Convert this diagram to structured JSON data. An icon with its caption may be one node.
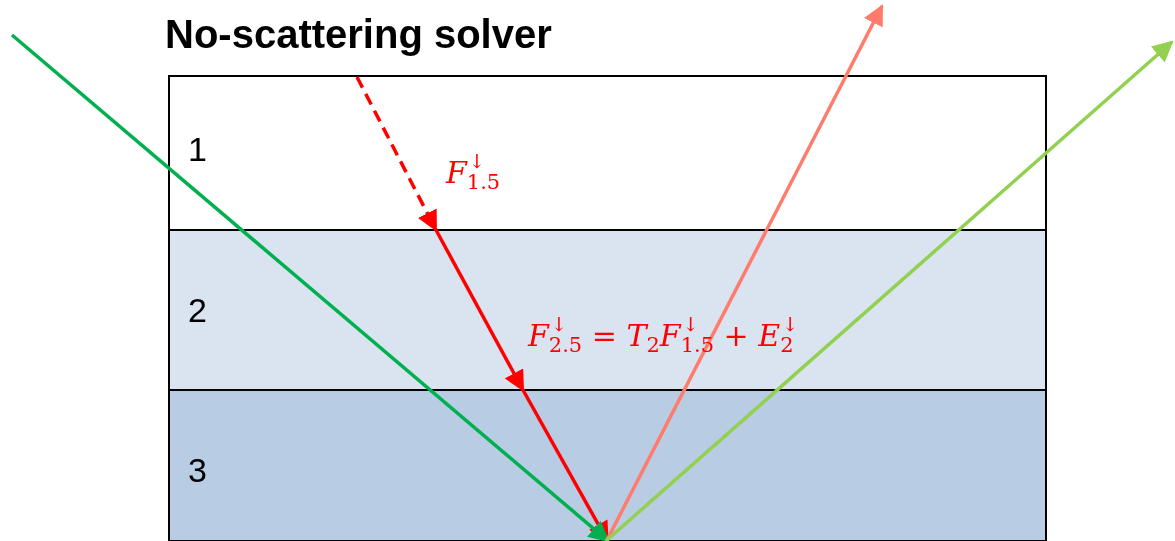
{
  "diagram": {
    "title": "No-scattering solver",
    "nodes": [
      {
        "text": [
          "1"
        ]
      },
      {
        "text": [
          "2"
        ]
      },
      {
        "text": [
          "3"
        ]
      }
    ],
    "edges": [
      {
        "from": null,
        "to": 0,
        "arrow": "to",
        "style": "dashed"
      },
      {
        "from": 0,
        "to": 1,
        "arrow": "to"
      },
      {
        "from": 1,
        "to": 2,
        "arrow": "to"
      },
      {
        "from": null,
        "to": 2,
        "arrow": "to",
        "color": "#00b050"
      },
      {
        "from": 2,
        "to": null,
        "arrow": "to",
        "color": "#ff7c6c"
      },
      {
        "from": 2,
        "to": null,
        "arrow": "to",
        "color": "#92d050"
      }
    ],
    "labels": [
      "F$^{↓}$$_{1.5}$",
      "F$^{↓}$$_{2.5}$ = T$_{2}$F$^{↓}$$_{1.5}$ + E$^{↓}$$_{2}$"
    ]
  }
}
